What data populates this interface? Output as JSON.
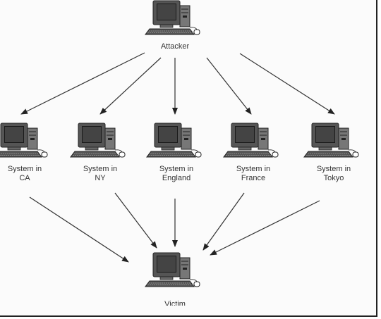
{
  "diagram": {
    "attacker": {
      "label": "Attacker",
      "icon": "computer-icon"
    },
    "systems": [
      {
        "label": "System in CA",
        "icon": "computer-icon"
      },
      {
        "label": "System in NY",
        "icon": "computer-icon"
      },
      {
        "label": "System in England",
        "icon": "computer-icon"
      },
      {
        "label": "System in France",
        "icon": "computer-icon"
      },
      {
        "label": "System in Tokyo",
        "icon": "computer-icon"
      }
    ],
    "victim": {
      "label": "Victim",
      "icon": "computer-icon"
    },
    "edges": [
      {
        "from": "attacker",
        "to": "System in CA"
      },
      {
        "from": "attacker",
        "to": "System in NY"
      },
      {
        "from": "attacker",
        "to": "System in England"
      },
      {
        "from": "attacker",
        "to": "System in France"
      },
      {
        "from": "attacker",
        "to": "System in Tokyo"
      },
      {
        "from": "System in CA",
        "to": "victim"
      },
      {
        "from": "System in NY",
        "to": "victim"
      },
      {
        "from": "System in England",
        "to": "victim"
      },
      {
        "from": "System in France",
        "to": "victim"
      },
      {
        "from": "System in Tokyo",
        "to": "victim"
      }
    ]
  }
}
